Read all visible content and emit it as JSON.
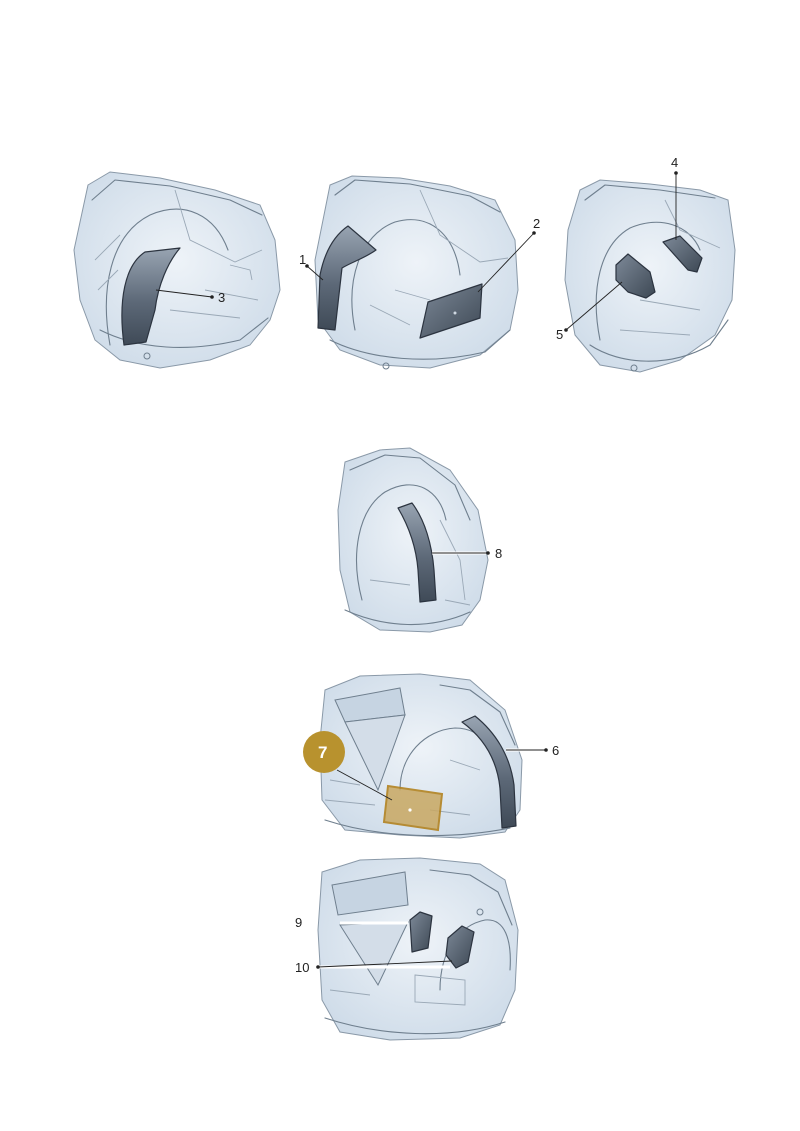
{
  "views": [
    {
      "id": "view-a",
      "callouts": [
        "3"
      ]
    },
    {
      "id": "view-b",
      "callouts": [
        "1",
        "2"
      ]
    },
    {
      "id": "view-c",
      "callouts": [
        "4",
        "5"
      ]
    },
    {
      "id": "view-d",
      "callouts": [
        "8"
      ]
    },
    {
      "id": "view-e",
      "callouts": [
        "6"
      ],
      "highlight_badge": "7"
    },
    {
      "id": "view-f",
      "callouts": [
        "9",
        "10"
      ]
    }
  ],
  "labels": {
    "c1": "1",
    "c2": "2",
    "c3": "3",
    "c4": "4",
    "c5": "5",
    "c6": "6",
    "c7": "7",
    "c8": "8",
    "c9": "9",
    "c10": "10"
  },
  "colors": {
    "body_fill": "#dfe8f2",
    "body_shade": "#c6d4e2",
    "part_dark": "#4e5a68",
    "part_light": "#aab6c4",
    "badge": "#b8922e",
    "highlight_fill": "#c9a862",
    "highlight_stroke": "#b07d14"
  }
}
